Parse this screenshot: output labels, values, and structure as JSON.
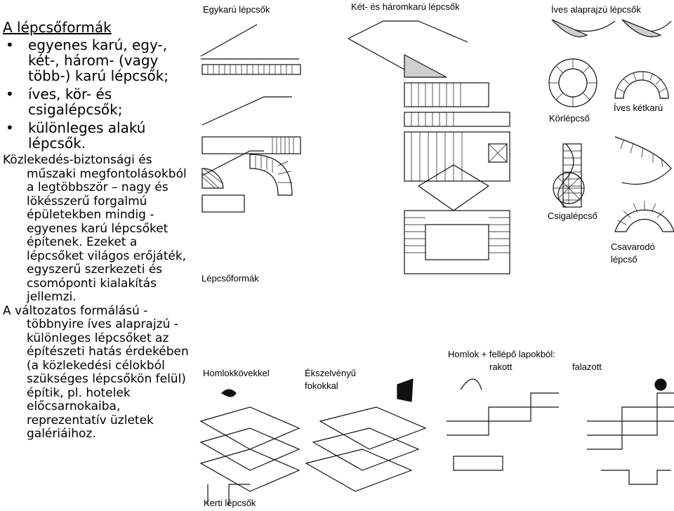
{
  "text": {
    "heading": "A lépcsőformák",
    "bullets": [
      "egyenes karú, egy-, két-, három- (vagy több-) karú lépcsők;",
      "íves, kör- és csigalépcsők;",
      "különleges alakú lépcsők."
    ],
    "para1_first": "Közlekedés-biztonsági és",
    "para1_rest": "műszaki megfontolásokból a legtöbbször – nagy és lökésszerű forgalmú épületekben mindig - egyenes karú lépcsőket építenek. Ezeket a lépcsőket világos erőjáték, egyszerű szerkezeti és csomóponti kialakítás jellemzi.",
    "para2_first": "A változatos formálású -",
    "para2_rest": "többnyire íves alaprajzú - különleges lépcsőket az építészeti hatás érdekében (a közlekedési célokból szükséges lépcsőkön felül) építik, pl. hotelek előcsarnokaiba, reprezentatív üzletek galériáihoz."
  },
  "figure": {
    "egykaru": "Egykarú lépcsők",
    "ket_harom": "Két- és háromkarú lépcsők",
    "ives_alap": "Íves alaprajzú lépcsők",
    "korlepcso": "Körlépcső",
    "ives_ketkaru": "Íves kétkarú",
    "csigalepcso": "Csigalépcső",
    "csavarodo_1": "Csavarodó",
    "csavarodo_2": "lépcső",
    "lepcsoformak": "Lépcsőformák",
    "homlok_title": "Homlok + fellépő lapokból:",
    "rakott": "rakott",
    "falazott": "falazott",
    "homlokkovekkel": "Homlokkövekkel",
    "ekszelvenyu_1": "Ékszelvényű",
    "ekszelvenyu_2": "fokokkal",
    "kerti": "Kerti lépcsők"
  }
}
